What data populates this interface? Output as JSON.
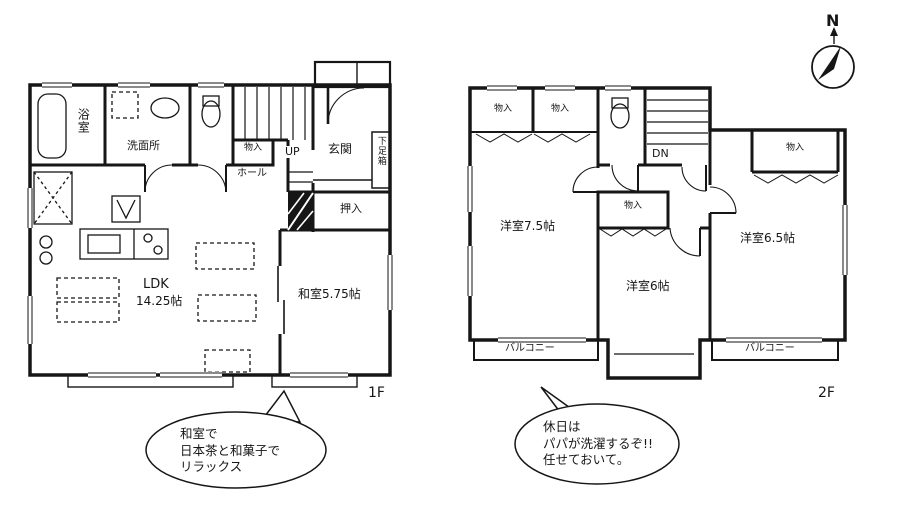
{
  "compass": {
    "north_label": "N"
  },
  "floor1": {
    "floor_label": "1F",
    "rooms": {
      "bath": "浴室",
      "washroom": "洗面所",
      "storage": "物入",
      "hall": "ホール",
      "stairs": "UP",
      "entrance": "玄関",
      "shoe_box": "下足箱",
      "closet": "押入",
      "ldk_name": "LDK",
      "ldk_size": "14.25帖",
      "japanese_room": "和室5.75帖"
    },
    "bubble": {
      "line1": "和室で",
      "line2": "日本茶と和菓子で",
      "line3": "リラックス"
    }
  },
  "floor2": {
    "floor_label": "2F",
    "rooms": {
      "storage_a": "物入",
      "storage_b": "物入",
      "stairs": "DN",
      "storage_c": "物入",
      "western_room_7_5": "洋室7.5帖",
      "storage_d": "物入",
      "western_room_6": "洋室6帖",
      "western_room_6_5": "洋室6.5帖",
      "balcony_left": "バルコニー",
      "balcony_right": "バルコニー"
    },
    "bubble": {
      "line1": "休日は",
      "line2": "パパが洗濯するぞ!!",
      "line3": "任せておいて。"
    }
  }
}
